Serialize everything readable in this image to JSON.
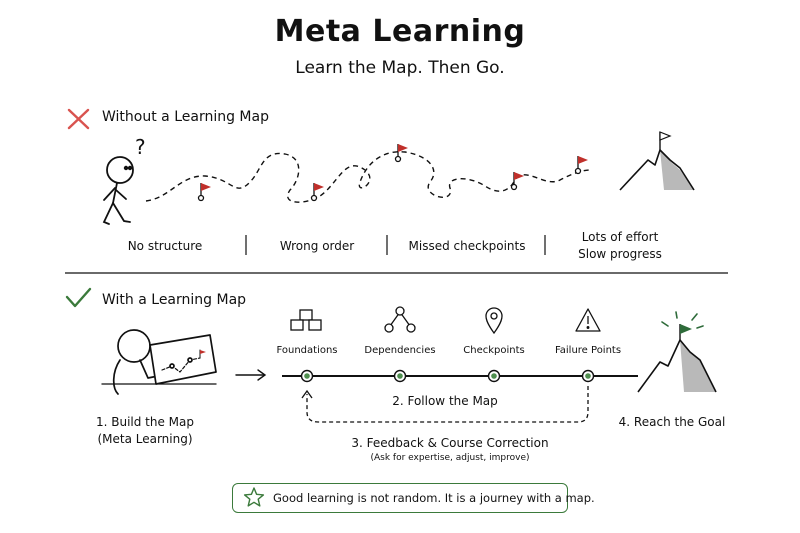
{
  "header": {
    "title": "Meta Learning",
    "subtitle": "Learn the Map. Then Go."
  },
  "without": {
    "heading": "Without a Learning Map",
    "items": [
      "No structure",
      "Wrong order",
      "Missed checkpoints"
    ],
    "last_item": [
      "Lots of effort",
      "Slow progress"
    ],
    "question_mark": "?"
  },
  "with": {
    "heading": "With a Learning Map",
    "stages": [
      "Foundations",
      "Dependencies",
      "Checkpoints",
      "Failure Points"
    ],
    "step1": [
      "1. Build the Map",
      "(Meta Learning)"
    ],
    "step2": "2. Follow the Map",
    "step3": "3. Feedback & Course Correction",
    "step3_note": "(Ask for expertise, adjust, improve)",
    "step4": "4. Reach the Goal"
  },
  "callout": {
    "text": "Good learning is not random. It is a journey with a map."
  },
  "colors": {
    "cross": "#d9534f",
    "check": "#3b7a3b",
    "flag_red": "#c0302b",
    "flag_green": "#2e6b3a",
    "node_green": "#4f8f4f",
    "rock": "#b9b9b9"
  },
  "icons": {
    "cross": "x-icon",
    "check": "check-icon",
    "star": "star-icon",
    "foundations": "boxes-icon",
    "dependencies": "network-icon",
    "checkpoints": "pin-icon",
    "failure": "warning-icon"
  }
}
